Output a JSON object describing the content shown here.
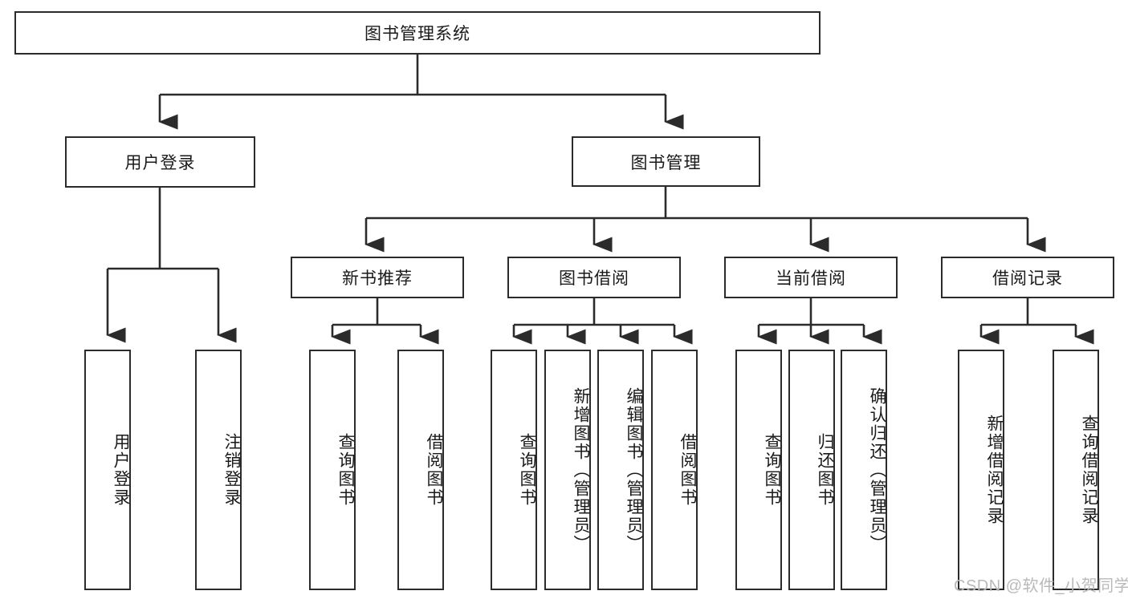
{
  "diagram": {
    "title": "图书管理系统",
    "type": "tree-hierarchy-diagram",
    "root": {
      "id": "root",
      "label": "图书管理系统"
    },
    "level2": [
      {
        "id": "user-login",
        "label": "用户登录"
      },
      {
        "id": "book-management",
        "label": "图书管理"
      }
    ],
    "level3": [
      {
        "id": "new-book-recommend",
        "label": "新书推荐"
      },
      {
        "id": "book-borrow",
        "label": "图书借阅"
      },
      {
        "id": "current-borrow",
        "label": "当前借阅"
      },
      {
        "id": "borrow-record",
        "label": "借阅记录"
      }
    ],
    "leaves": {
      "user_login": [
        {
          "id": "leaf-user-login",
          "label": "用户登录"
        },
        {
          "id": "leaf-logout-login",
          "label": "注销登录"
        }
      ],
      "new_book_recommend": [
        {
          "id": "leaf-query-book-1",
          "label": "查询图书"
        },
        {
          "id": "leaf-borrow-book-1",
          "label": "借阅图书"
        }
      ],
      "book_borrow": [
        {
          "id": "leaf-query-book-2",
          "label": "查询图书"
        },
        {
          "id": "leaf-add-book",
          "label": "新增图书（管理员）"
        },
        {
          "id": "leaf-edit-book",
          "label": "编辑图书（管理员）"
        },
        {
          "id": "leaf-borrow-book-2",
          "label": "借阅图书"
        }
      ],
      "current_borrow": [
        {
          "id": "leaf-query-book-3",
          "label": "查询图书"
        },
        {
          "id": "leaf-return-book",
          "label": "归还图书"
        },
        {
          "id": "leaf-confirm-return",
          "label": "确认归还（管理员）"
        }
      ],
      "borrow_record": [
        {
          "id": "leaf-add-borrow-record",
          "label": "新增借阅记录"
        },
        {
          "id": "leaf-query-borrow-record",
          "label": "查询借阅记录"
        }
      ]
    },
    "colors": {
      "stroke": "#2b2b2b",
      "fill": "#ffffff",
      "text": "#1a1a1a",
      "watermark": "#b9b9b9"
    }
  },
  "watermark": {
    "text": "CSDN @软件_小贺同学"
  }
}
